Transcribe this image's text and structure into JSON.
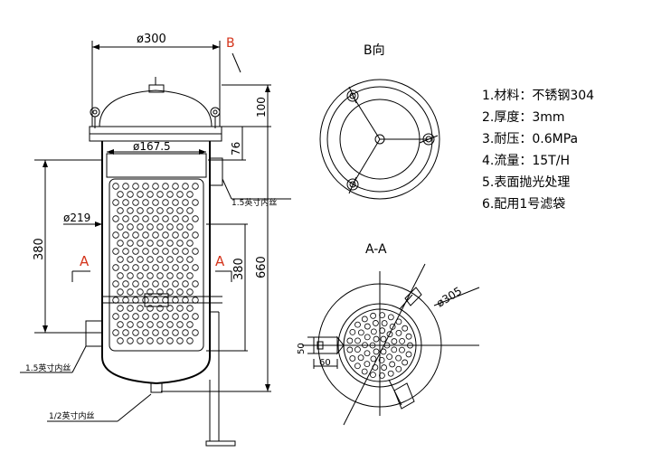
{
  "colors": {
    "section_mark": "#d4341b",
    "line": "#000000",
    "background": "#ffffff"
  },
  "front_view": {
    "dim_outer_dia": "ø300",
    "view_marker": "B",
    "dim_lid_height": "100",
    "dim_flange_height": "76",
    "dim_inner_dia": "ø167.5",
    "dim_body_dia": "ø219",
    "dim_left_height": "380",
    "dim_right_height": "380",
    "dim_total_height": "660",
    "section_left": "A",
    "section_right": "A",
    "label_outlet": "1.5英寸内丝",
    "label_inlet": "1.5英寸内丝",
    "label_drain": "1/2英寸内丝"
  },
  "b_view": {
    "title": "B向"
  },
  "a_section": {
    "title": "A-A",
    "dim_dia": "ø305",
    "dim_50": "50",
    "dim_60": "60"
  },
  "specs": [
    "1.材料：不锈钢304",
    "2.厚度：3mm",
    "3.耐压：0.6MPa",
    "4.流量：15T/H",
    "5.表面抛光处理",
    "6.配用1号滤袋"
  ]
}
